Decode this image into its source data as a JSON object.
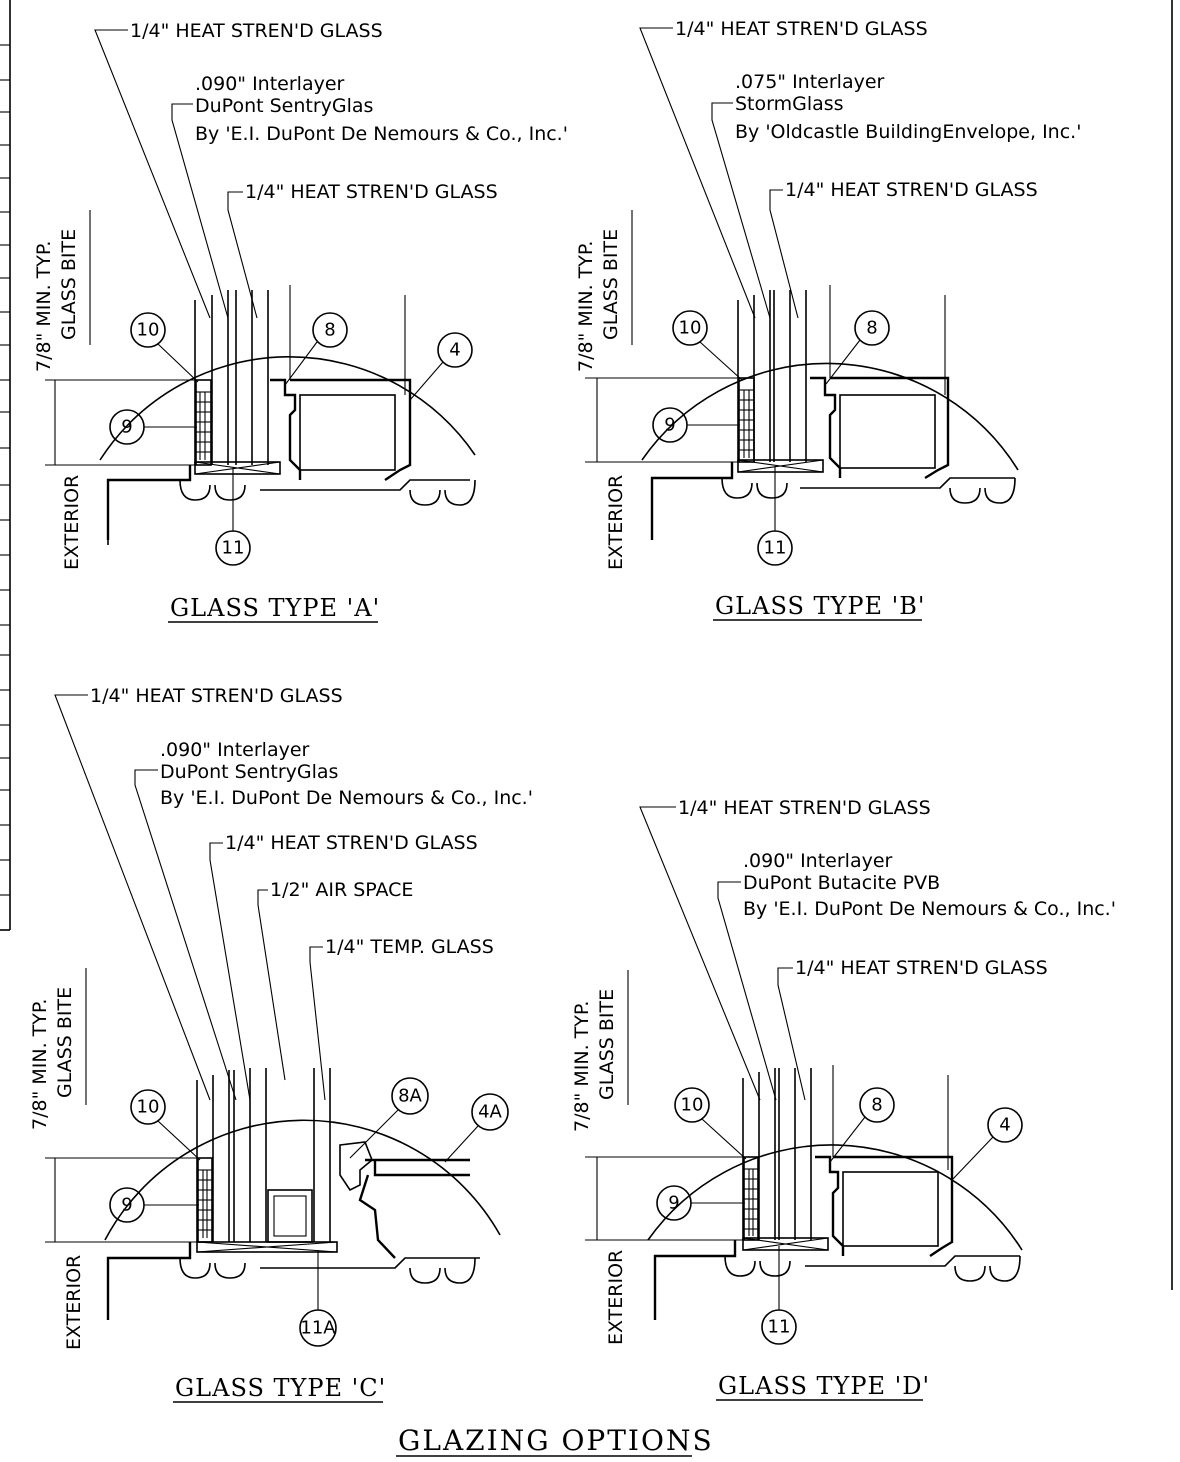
{
  "main_title": "GLAZING OPTIONS",
  "panels": [
    {
      "title": "GLASS TYPE 'A'",
      "callouts": [
        "1/4\" HEAT STREN'D GLASS",
        ".090\" Interlayer",
        "DuPont SentryGlas",
        "By 'E.I. DuPont De Nemours & Co., Inc.'",
        "1/4\" HEAT STREN'D GLASS"
      ],
      "dim1": "7/8\" MIN. TYP.",
      "dim2": "GLASS BITE",
      "exterior": "EXTERIOR",
      "bubbles": [
        "10",
        "9",
        "8",
        "4",
        "11"
      ]
    },
    {
      "title": "GLASS TYPE 'B'",
      "callouts": [
        "1/4\" HEAT STREN'D GLASS",
        ".075\" Interlayer",
        "StormGlass",
        "By 'Oldcastle BuildingEnvelope, Inc.'",
        "1/4\" HEAT STREN'D GLASS"
      ],
      "dim1": "7/8\" MIN. TYP.",
      "dim2": "GLASS BITE",
      "exterior": "EXTERIOR",
      "bubbles": [
        "10",
        "9",
        "8",
        "11"
      ]
    },
    {
      "title": "GLASS TYPE 'C'",
      "callouts": [
        "1/4\" HEAT STREN'D GLASS",
        ".090\" Interlayer",
        "DuPont SentryGlas",
        "By 'E.I. DuPont De Nemours & Co., Inc.'",
        "1/4\" HEAT STREN'D GLASS",
        "1/2\" AIR SPACE",
        "1/4\" TEMP. GLASS"
      ],
      "dim1": "7/8\" MIN. TYP.",
      "dim2": "GLASS BITE",
      "exterior": "EXTERIOR",
      "bubbles": [
        "10",
        "9",
        "8A",
        "4A",
        "11A"
      ]
    },
    {
      "title": "GLASS TYPE 'D'",
      "callouts": [
        "1/4\" HEAT STREN'D GLASS",
        ".090\" Interlayer",
        "DuPont Butacite PVB",
        "By 'E.I. DuPont De Nemours & Co., Inc.'",
        "1/4\" HEAT STREN'D GLASS"
      ],
      "dim1": "7/8\" MIN. TYP.",
      "dim2": "GLASS BITE",
      "exterior": "EXTERIOR",
      "bubbles": [
        "10",
        "8",
        "4",
        "9",
        "11"
      ]
    }
  ]
}
